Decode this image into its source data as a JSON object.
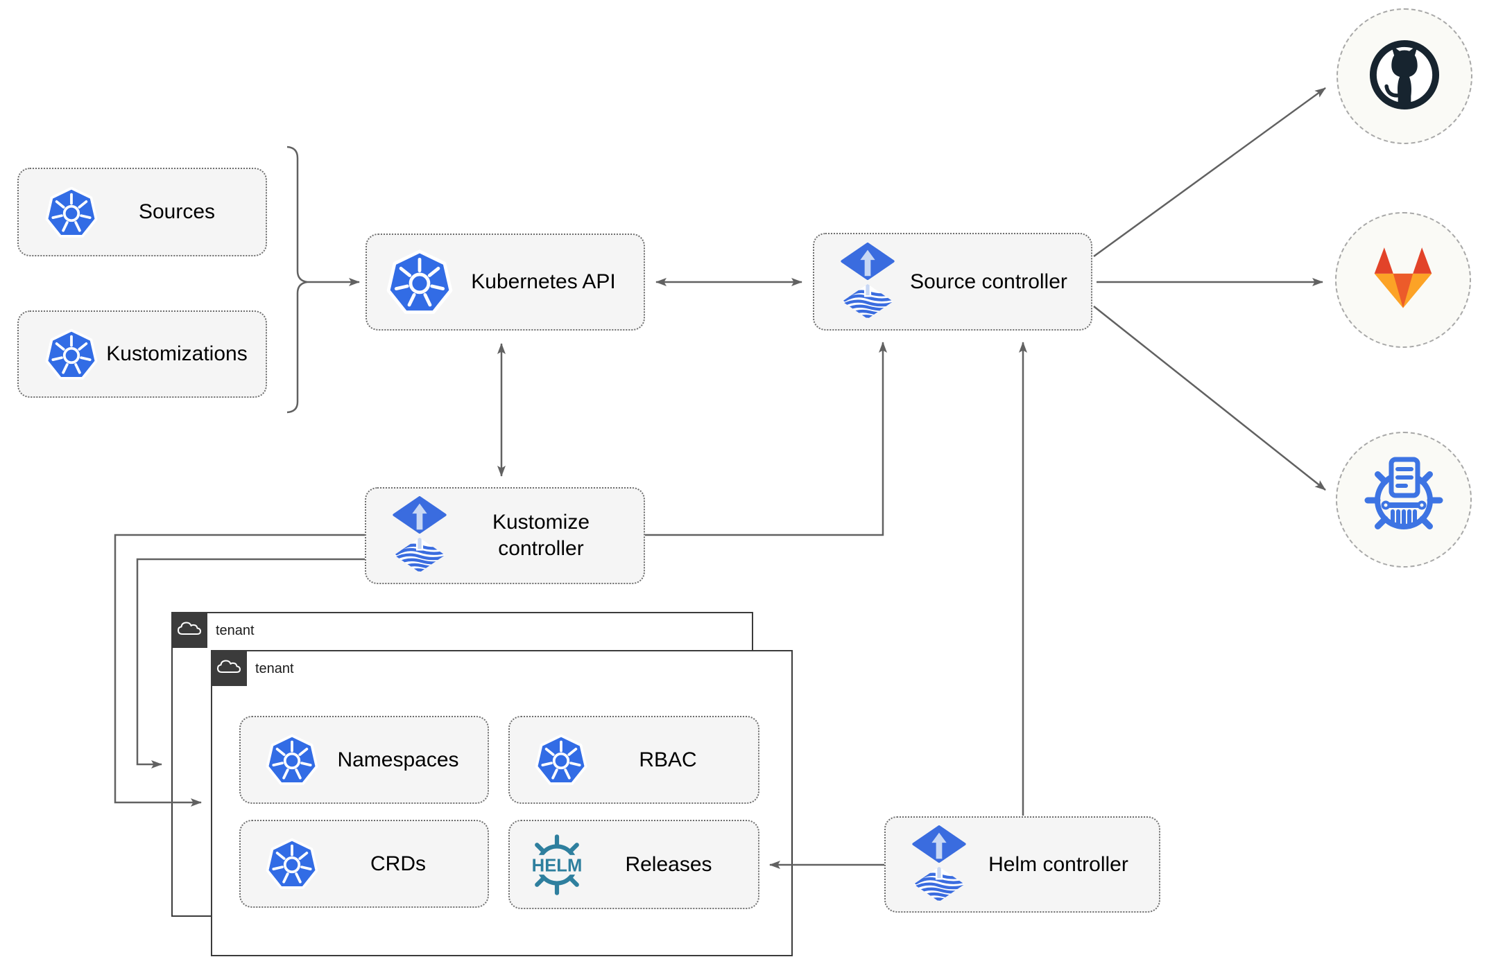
{
  "nodes": {
    "sources": {
      "label": "Sources",
      "icon": "kubernetes-icon"
    },
    "kustomizations": {
      "label": "Kustomizations",
      "icon": "kubernetes-icon"
    },
    "kubernetes_api": {
      "label": "Kubernetes API",
      "icon": "kubernetes-icon"
    },
    "source_controller": {
      "label": "Source controller",
      "icon": "flux-icon"
    },
    "kustomize_controller": {
      "label": "Kustomize controller",
      "icon": "flux-icon"
    },
    "helm_controller": {
      "label": "Helm controller",
      "icon": "flux-icon"
    },
    "namespaces": {
      "label": "Namespaces",
      "icon": "kubernetes-icon"
    },
    "rbac": {
      "label": "RBAC",
      "icon": "kubernetes-icon"
    },
    "crds": {
      "label": "CRDs",
      "icon": "kubernetes-icon"
    },
    "releases": {
      "label": "Releases",
      "icon": "helm-icon"
    }
  },
  "containers": {
    "back_tenant": {
      "label": "tenant",
      "icon": "cloud-icon"
    },
    "front_tenant": {
      "label": "tenant",
      "icon": "cloud-icon"
    }
  },
  "endpoints": {
    "github": {
      "icon": "github-icon"
    },
    "gitlab": {
      "icon": "gitlab-icon"
    },
    "chartmuseum": {
      "icon": "chartmuseum-icon"
    }
  },
  "helm_icon_text": "HELM",
  "connections": [
    {
      "from": "sources+kustomizations",
      "to": "kubernetes_api",
      "type": "arrow-with-brace"
    },
    {
      "from": "kubernetes_api",
      "to": "source_controller",
      "type": "double-arrow"
    },
    {
      "from": "kubernetes_api",
      "to": "kustomize_controller",
      "type": "double-arrow"
    },
    {
      "from": "kustomize_controller",
      "to": "source_controller",
      "type": "arrow"
    },
    {
      "from": "helm_controller",
      "to": "source_controller",
      "type": "arrow"
    },
    {
      "from": "helm_controller",
      "to": "releases",
      "type": "arrow"
    },
    {
      "from": "kustomize_controller",
      "to": "front_tenant",
      "type": "arrow"
    },
    {
      "from": "kustomize_controller",
      "to": "back_tenant",
      "type": "arrow"
    },
    {
      "from": "source_controller",
      "to": "github",
      "type": "arrow"
    },
    {
      "from": "source_controller",
      "to": "gitlab",
      "type": "arrow"
    },
    {
      "from": "source_controller",
      "to": "chartmuseum",
      "type": "arrow"
    }
  ],
  "colors": {
    "node_fill": "#f5f5f5",
    "node_border": "#6e6e6e",
    "arrow": "#616161",
    "kubernetes_blue": "#326ce5",
    "flux_blue": "#3a6cdf",
    "flux_arrow_light": "#c7d7f4",
    "helm_teal": "#2e7f9e",
    "chartmuseum_blue": "#3d74e3",
    "github_dark": "#17242f",
    "gitlab_red": "#e24329",
    "gitlab_orange": "#ec5b2a",
    "gitlab_amber": "#fca326",
    "tenant_border": "#3b3b3b",
    "endpoint_fill": "#fafaf6",
    "endpoint_border": "#a8a8a8"
  }
}
